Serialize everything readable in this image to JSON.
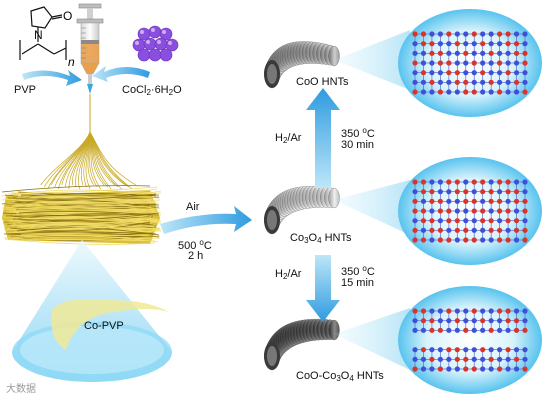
{
  "labels": {
    "pvp": "PVP",
    "n_sub": "n",
    "precursor_main": "CoCl",
    "precursor_sub": "2",
    "precursor_tail": "·6H",
    "precursor_sub2": "2",
    "precursor_end": "O",
    "air": "Air",
    "temp500": "500 ",
    "temp500_unit": "o",
    "temp500_c": "C",
    "time2h": "2 h",
    "coo": "CoO HNTs",
    "co3o4_a": "Co",
    "co3o4_s1": "3",
    "co3o4_b": "O",
    "co3o4_s2": "4",
    "co3o4_c": " HNTs",
    "h2ar_top_a": "H",
    "h2ar_top_s": "2",
    "h2ar_top_b": "/Ar",
    "temp350_top": "350 ",
    "temp350_top_unit": "o",
    "temp350_top_c": "C",
    "time30": "30 min",
    "h2ar_bot_a": "H",
    "h2ar_bot_s": "2",
    "h2ar_bot_b": "/Ar",
    "temp350_bot": "350 ",
    "temp350_bot_unit": "o",
    "temp350_bot_c": "C",
    "time15": "15 min",
    "mixed_a": "CoO-Co",
    "mixed_s1": "3",
    "mixed_b": "O",
    "mixed_s2": "4",
    "mixed_c": " HNTs",
    "copvp": "Co-PVP",
    "molecule_o": "O",
    "molecule_n": "N"
  },
  "watermark": "大数据",
  "colors": {
    "arrow_blue": "#3aa7e0",
    "fiber_gold": "#c9a923",
    "cobalt_purple": "#8b4fe0",
    "glow_cyan": "#8fd9f6",
    "atom_blue": "#3f4fd6",
    "atom_red": "#d9342b"
  }
}
